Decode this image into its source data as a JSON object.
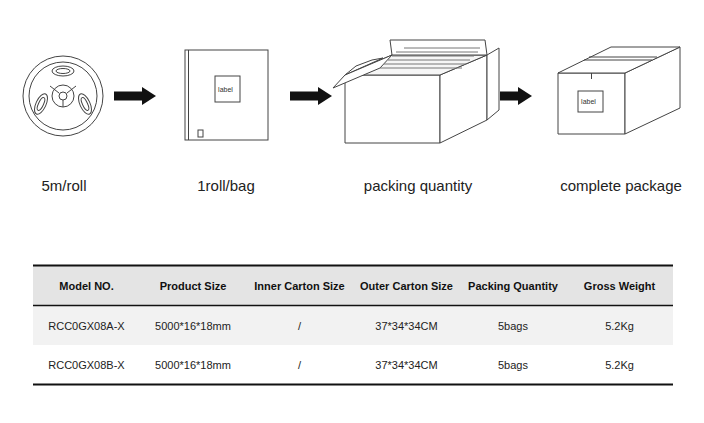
{
  "diagram": {
    "nodes": [
      {
        "text": [
          "5m/roll"
        ]
      },
      {
        "text": [
          "label",
          "1roll/bag"
        ]
      },
      {
        "text": [
          "packing quantity"
        ]
      },
      {
        "text": [
          "label",
          "complete package"
        ]
      }
    ],
    "edges": [
      {
        "from": 0,
        "to": 1,
        "arrow": "to"
      },
      {
        "from": 1,
        "to": 2,
        "arrow": "to"
      },
      {
        "from": 2,
        "to": 3,
        "arrow": "to"
      }
    ],
    "labels": [
      "Model NO.",
      "Product Size",
      "Inner Carton Size",
      "Outer Carton Size",
      "Packing Quantity",
      "Gross Weight",
      "RCC0GX08A-X",
      "5000*16*18mm",
      "/",
      "37*34*34CM",
      "5bags",
      "5.2Kg",
      "RCC0GX08B-X",
      "5000*16*18mm",
      "/",
      "37*34*34CM",
      "5bags",
      "5.2Kg"
    ]
  }
}
